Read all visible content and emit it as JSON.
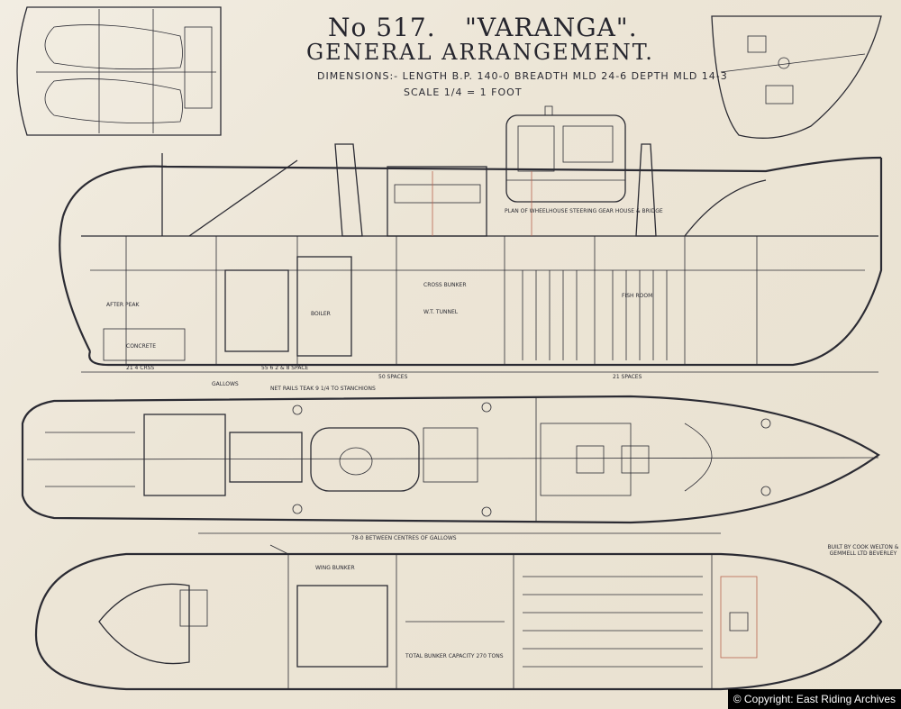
{
  "drawing": {
    "number": "No 517.",
    "ship_name": "\"VARANGA\".",
    "title": "GENERAL ARRANGEMENT.",
    "dimensions": "DIMENSIONS:- LENGTH B.P. 140-0 BREADTH MLD 24-6 DEPTH MLD 14-3",
    "scale": "SCALE 1/4 = 1 FOOT"
  },
  "labels": {
    "boiler": "BOILER",
    "concrete": "CONCRETE",
    "after_peak": "AFTER PEAK",
    "cross_bunker": "CROSS BUNKER",
    "wt_tunnel": "W.T. TUNNEL",
    "fish_room": "FISH ROOM",
    "gallows": "GALLOWS",
    "wing_bunker": "WING BUNKER",
    "total_bunker": "TOTAL BUNKER CAPACITY 270 TONS",
    "between_gallows": "78-0 BETWEEN CENTRES OF GALLOWS",
    "plan_wheelhouse": "PLAN OF WHEELHOUSE STEERING GEAR HOUSE & BRIDGE",
    "net_rails": "NET RAILS TEAK 9 1/4 TO STANCHIONS",
    "frames_1": "21 4 CRSS",
    "frames_2": "55 6 2 & 8 SPACE",
    "frames_3": "50 SPACES",
    "frames_4": "21 SPACES"
  },
  "stamp": "BUILT BY COOK WELTON & GEMMELL LTD BEVERLEY",
  "copyright": "© Copyright: East Riding Archives",
  "colors": {
    "paper": "#efe9dc",
    "ink": "#2b2b33",
    "red_ink": "#b9644f"
  }
}
